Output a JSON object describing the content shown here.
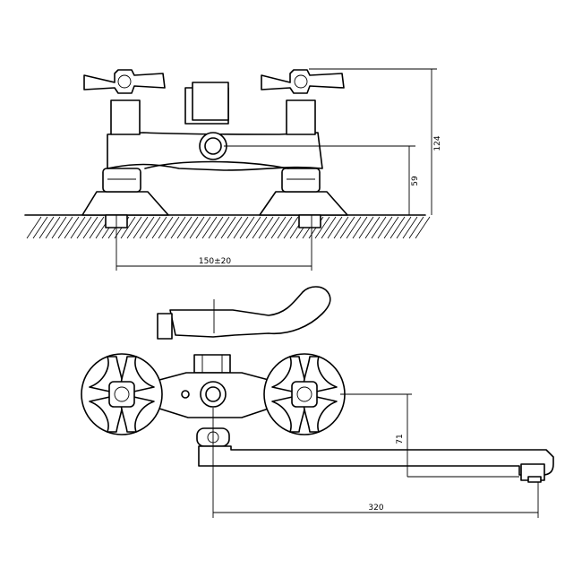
{
  "diagram": {
    "dimensions": {
      "total_height": "124",
      "inlet_height": "59",
      "inlet_spacing": "150±20",
      "spout_drop": "71",
      "spout_length": "320"
    }
  }
}
